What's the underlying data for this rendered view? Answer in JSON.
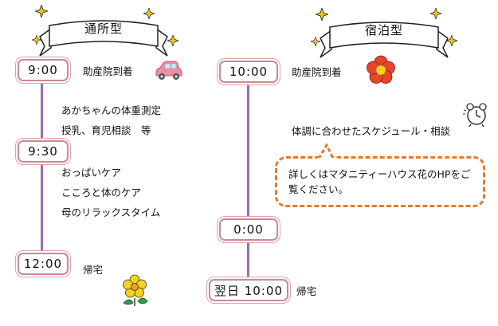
{
  "left": {
    "title": "通所型",
    "times": [
      "9:00",
      "9:30",
      "12:00"
    ],
    "arrival": "助産院到着",
    "items_a": [
      "あかちゃんの体重測定",
      "授乳、育児相談　等"
    ],
    "items_b": [
      "おっぱいケア",
      "こころと体のケア",
      "母のリラックスタイム"
    ],
    "departure": "帰宅"
  },
  "right": {
    "title": "宿泊型",
    "times": [
      "10:00",
      "0:00",
      "翌日  10:00"
    ],
    "arrival": "助産院到着",
    "schedule": "体調に合わせたスケジュール・相談",
    "bubble": "詳しくはマタニティーハウス花のHPをご覧ください。",
    "departure": "帰宅"
  },
  "colors": {
    "line": "#9b6bb8",
    "box_border": "#c98a8f",
    "bubble_border": "#e07b2f",
    "flower_red": "#e8442c",
    "flower_yellow": "#f5d21c",
    "car": "#f08ca8"
  },
  "icons": [
    "car-icon",
    "red-flower-icon",
    "alarm-clock-icon",
    "yellow-flower-icon",
    "sparkle-icon"
  ]
}
